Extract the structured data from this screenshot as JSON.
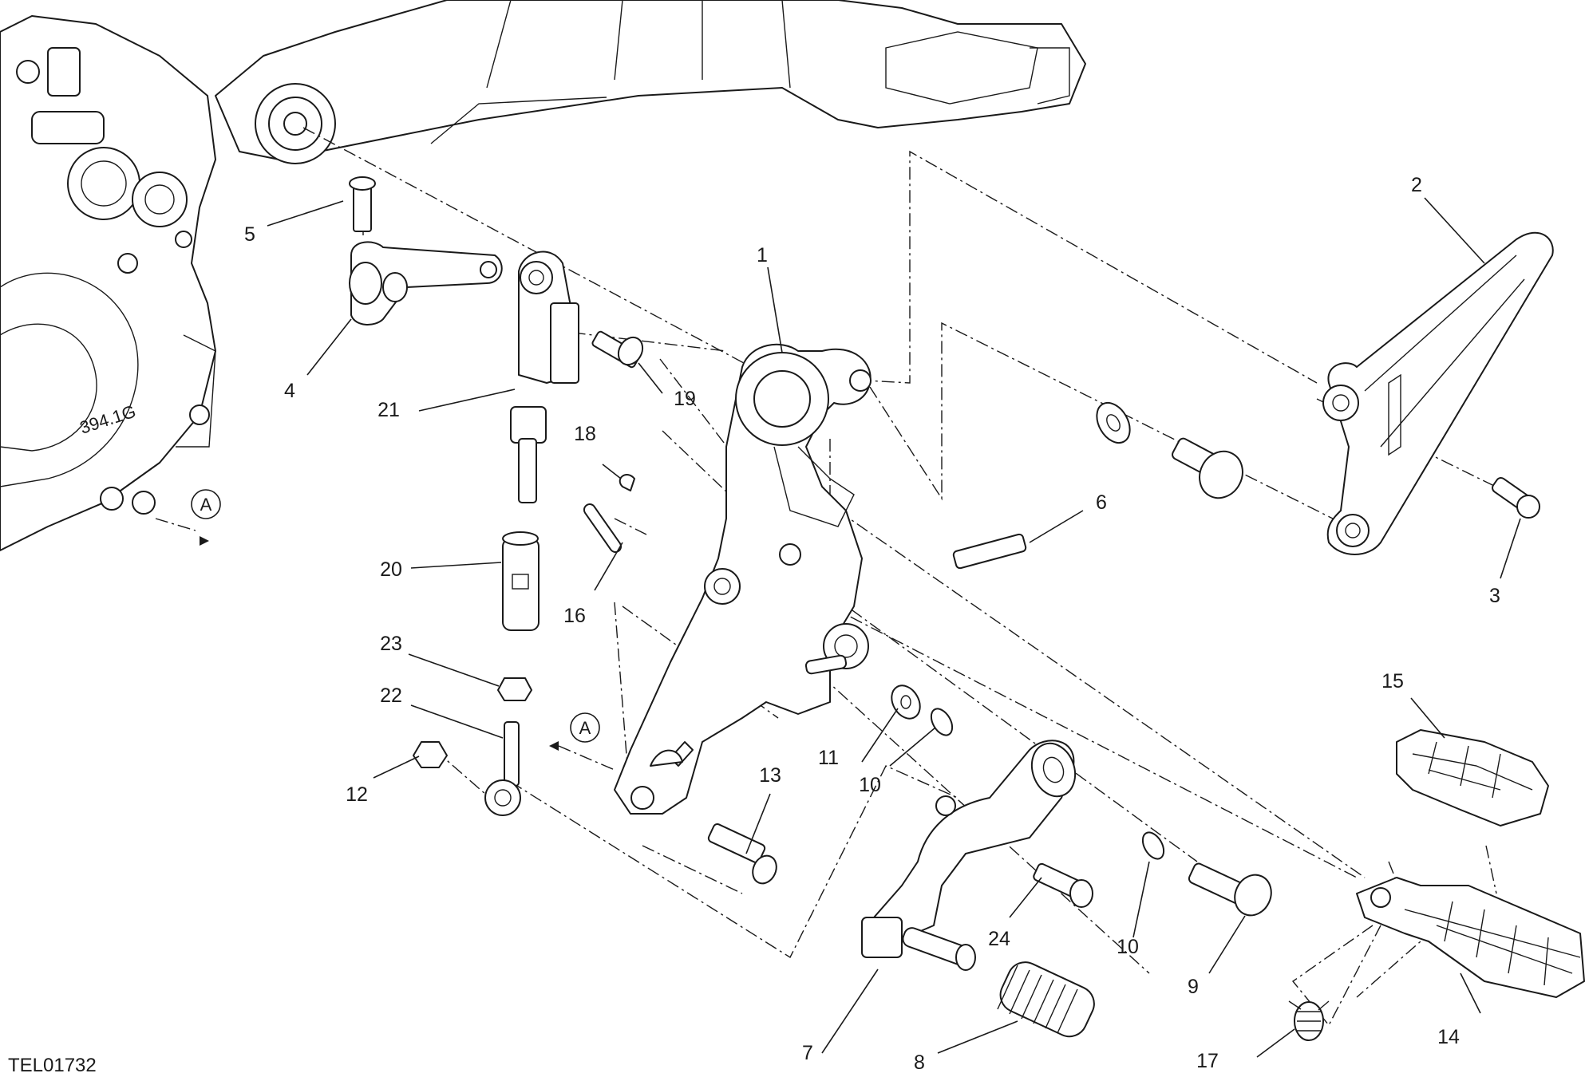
{
  "drawing_code": "TEL01732",
  "view_marker": "A",
  "engine_casting_text": "394.1G",
  "labels": {
    "p1": "1",
    "p2": "2",
    "p3": "3",
    "p4": "4",
    "p5": "5",
    "p6": "6",
    "p7": "7",
    "p8": "8",
    "p9": "9",
    "p10a": "10",
    "p10b": "10",
    "p11": "11",
    "p12": "12",
    "p13": "13",
    "p14": "14",
    "p15": "15",
    "p16": "16",
    "p17": "17",
    "p18": "18",
    "p19": "19",
    "p20": "20",
    "p21": "21",
    "p22": "22",
    "p23": "23",
    "p24": "24"
  }
}
